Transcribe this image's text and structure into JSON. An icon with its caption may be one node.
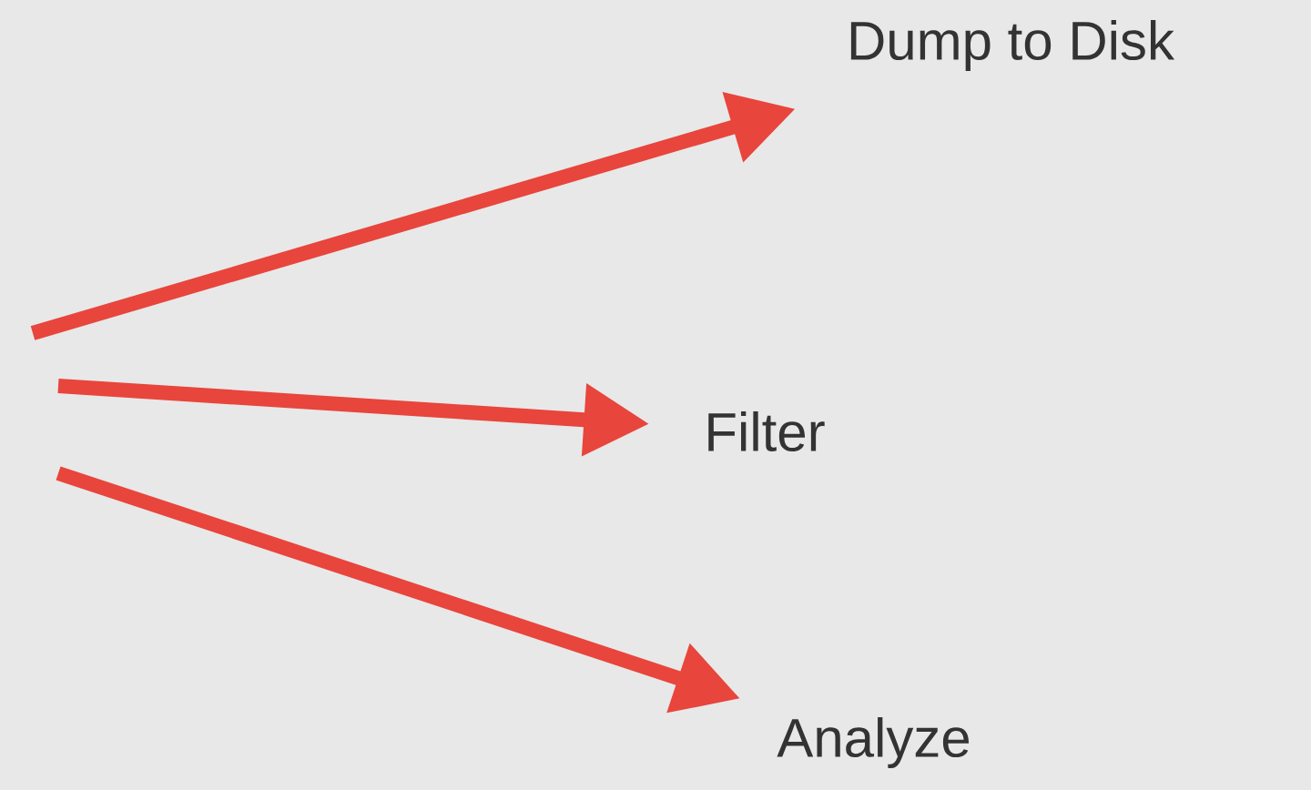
{
  "diagram": {
    "nodes": [
      {
        "text": [
          "Dump to Disk"
        ]
      },
      {
        "text": [
          "Filter"
        ]
      },
      {
        "text": [
          "Analyze"
        ]
      }
    ],
    "edges": [
      {
        "from": null,
        "to": 0,
        "arrow": "to"
      },
      {
        "from": null,
        "to": 1,
        "arrow": "to"
      },
      {
        "from": null,
        "to": 2,
        "arrow": "to"
      }
    ]
  }
}
